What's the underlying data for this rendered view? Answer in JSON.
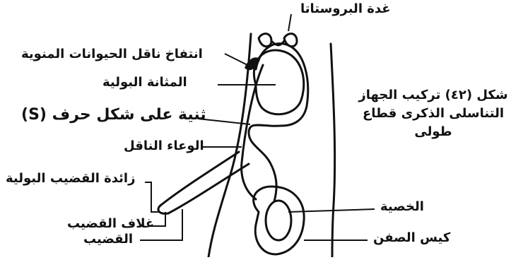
{
  "diagram": {
    "caption": {
      "line1": "شكل (٤٢) تركيب الجهاز",
      "line2": "التناسلى الذكرى قطاع",
      "line3": "طولى"
    },
    "labels": {
      "prostate": "غدة البروستاتا",
      "ampulla": "انتفاخ ناقل الحيوانات المنوية",
      "bladder": "المثانة البولية",
      "s_bend": "ثنية على شكل حرف (S)",
      "vas_deferens": "الوعاء الناقل",
      "urethral_appendage": "زائدة القضيب البولية",
      "sheath": "غلاف القضيب",
      "penis": "القضيب",
      "testis": "الخصية",
      "scrotum": "كيس الصفن"
    }
  }
}
